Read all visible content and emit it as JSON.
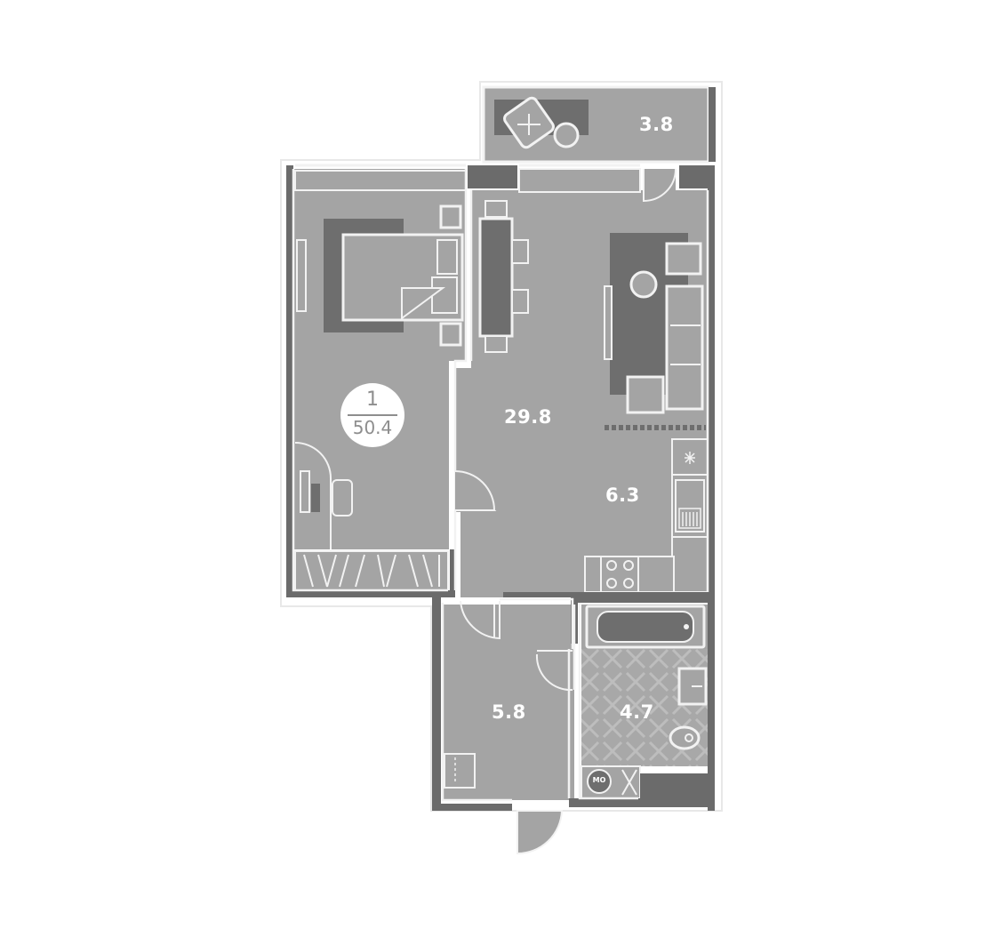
{
  "plan": {
    "apartment": {
      "rooms": "1",
      "total_area": "50.4"
    },
    "rooms": [
      {
        "id": "balcony",
        "area": "3.8"
      },
      {
        "id": "living",
        "area": "29.8"
      },
      {
        "id": "kitchen",
        "area": "6.3"
      },
      {
        "id": "hall",
        "area": "5.8"
      },
      {
        "id": "bathroom",
        "area": "4.7"
      }
    ],
    "meter_label": "МО"
  },
  "colors": {
    "floor": "#a4a4a4",
    "wall": "#6b6b6b",
    "furniture_dark": "#6e6e6e",
    "outline": "#f2f2f2",
    "badge_text": "#8e8e8e"
  }
}
